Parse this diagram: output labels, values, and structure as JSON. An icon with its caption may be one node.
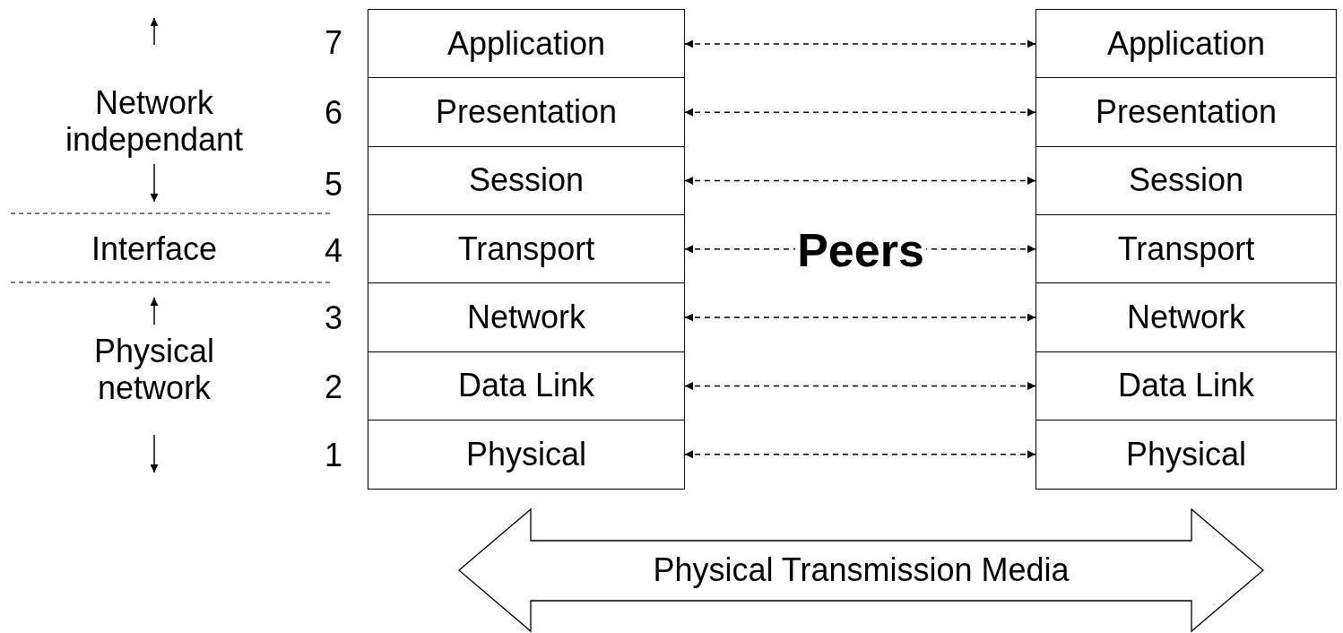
{
  "diagram": {
    "nodes": [
      {
        "text": [
          "Application"
        ]
      },
      {
        "text": [
          "Presentation"
        ]
      },
      {
        "text": [
          "Session"
        ]
      },
      {
        "text": [
          "Transport"
        ]
      },
      {
        "text": [
          "Network"
        ]
      },
      {
        "text": [
          "Data Link"
        ]
      },
      {
        "text": [
          "Physical"
        ]
      },
      {
        "text": [
          "Application"
        ]
      },
      {
        "text": [
          "Presentation"
        ]
      },
      {
        "text": [
          "Session"
        ]
      },
      {
        "text": [
          "Transport"
        ]
      },
      {
        "text": [
          "Network"
        ]
      },
      {
        "text": [
          "Data Link"
        ]
      },
      {
        "text": [
          "Physical"
        ]
      },
      {
        "text": [
          "Physical Transmission Media"
        ]
      }
    ],
    "edges": [
      {
        "from": 0,
        "to": 7,
        "arrow": "both",
        "style": "dashed"
      },
      {
        "from": 1,
        "to": 8,
        "arrow": "both",
        "style": "dashed"
      },
      {
        "from": 2,
        "to": 9,
        "arrow": "both",
        "style": "dashed"
      },
      {
        "from": 3,
        "to": 10,
        "arrow": "both",
        "style": "dashed"
      },
      {
        "from": 4,
        "to": 11,
        "arrow": "both",
        "style": "dashed"
      },
      {
        "from": 5,
        "to": 12,
        "arrow": "both",
        "style": "dashed"
      },
      {
        "from": 6,
        "to": 13,
        "arrow": "both",
        "style": "dashed"
      }
    ],
    "labels": [
      "7",
      "Network independant",
      "6",
      "5",
      "Interface",
      "4",
      "3",
      "Physical network",
      "2",
      "1",
      "Peers"
    ]
  }
}
